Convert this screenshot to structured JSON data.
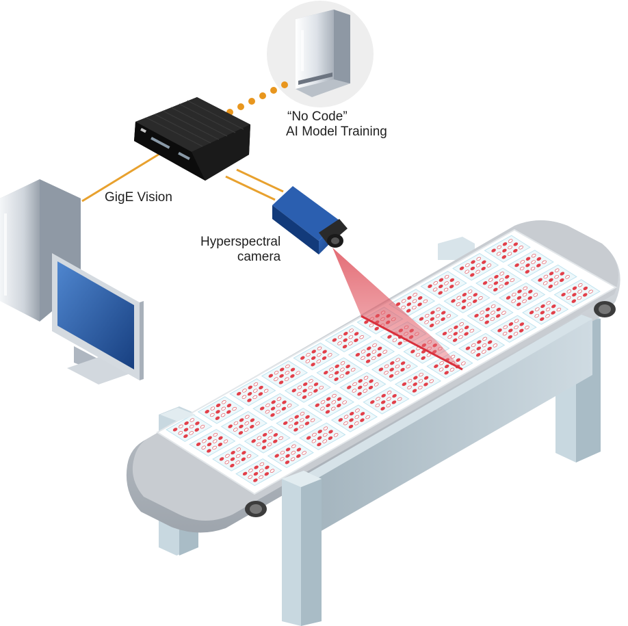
{
  "labels": {
    "ai_training_line1": "“No Code”",
    "ai_training_line2": "AI Model Training",
    "gige": "GigE Vision",
    "camera_line1": "Hyperspectral",
    "camera_line2": "camera"
  },
  "colors": {
    "cable": "#e8a12e",
    "wireless_dots": "#e8961e",
    "laser": "#e0404a",
    "pill_red": "#e2404a",
    "belt": "#ffffff",
    "frame": "#c4d6de",
    "monitor_screen": "#2c5fa8",
    "camera_body": "#1f4f9e",
    "edge_box": "#1c1c1c"
  },
  "icons": {
    "server": "server-tower-icon",
    "edge": "edge-computer-icon",
    "workstation": "workstation-icon",
    "monitor": "monitor-icon",
    "camera": "hyperspectral-camera-icon",
    "conveyor": "conveyor-belt-icon"
  },
  "conveyor": {
    "blister_packs_visible": "grid"
  }
}
